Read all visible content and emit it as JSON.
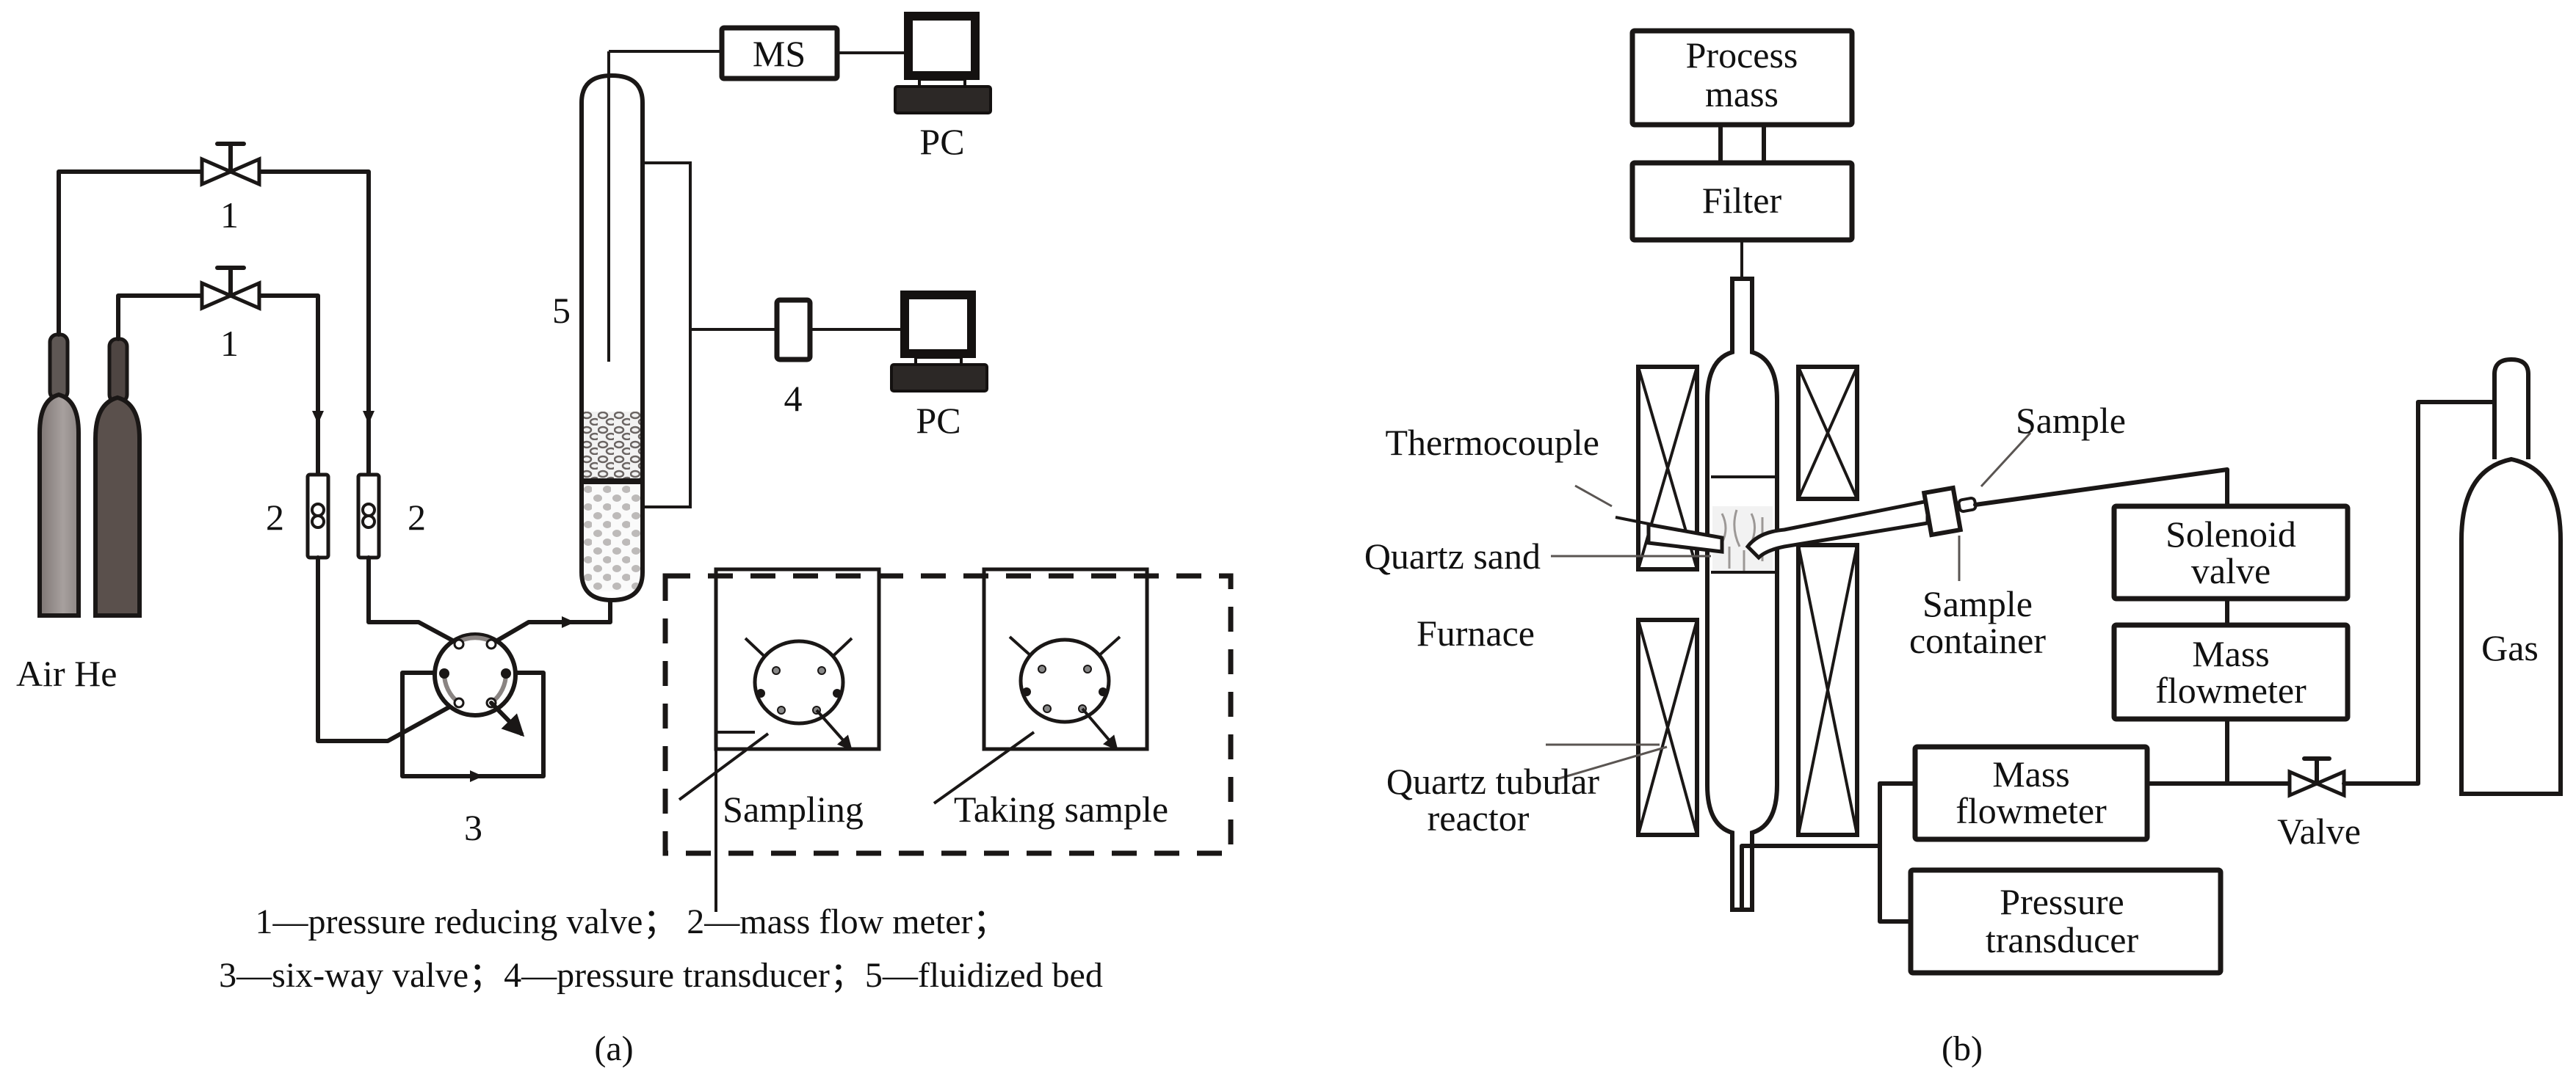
{
  "figure": {
    "panel_a": {
      "caption_label": "(a)",
      "cylinders": [
        {
          "name": "Air",
          "color": "#9a9290"
        },
        {
          "name": "He",
          "color": "#5a504c"
        }
      ],
      "cylinder_label": "Air He",
      "valve_labels": [
        "1",
        "1"
      ],
      "flowmeter_labels": [
        "2",
        "2"
      ],
      "six_way_valve_label": "3",
      "transducer_label": "4",
      "fluidized_bed_label": "5",
      "ms_label": "MS",
      "pc_labels": [
        "PC",
        "PC"
      ],
      "inset": {
        "modes": [
          "Sampling",
          "Taking sample"
        ]
      },
      "legend": {
        "line1": "1—pressure reducing valve；  2—mass flow meter；",
        "line2": "3—six-way valve；4—pressure transducer；5—fluidized bed"
      }
    },
    "panel_b": {
      "caption_label": "(b)",
      "boxes": {
        "process_mass": [
          "Process",
          "mass"
        ],
        "filter": [
          "Filter"
        ],
        "solenoid_valve": [
          "Solenoid",
          "valve"
        ],
        "mass_flowmeter_upper": [
          "Mass",
          "flowmeter"
        ],
        "mass_flowmeter_lower": [
          "Mass",
          "flowmeter"
        ],
        "pressure_transducer": [
          "Pressure",
          "transducer"
        ]
      },
      "labels": {
        "thermocouple": "Thermocouple",
        "quartz_sand": "Quartz sand",
        "furnace": "Furnace",
        "reactor": [
          "Quartz tubular",
          "reactor"
        ],
        "sample": "Sample",
        "sample_container": [
          "Sample",
          "container"
        ],
        "valve": "Valve",
        "gas": "Gas"
      }
    }
  }
}
